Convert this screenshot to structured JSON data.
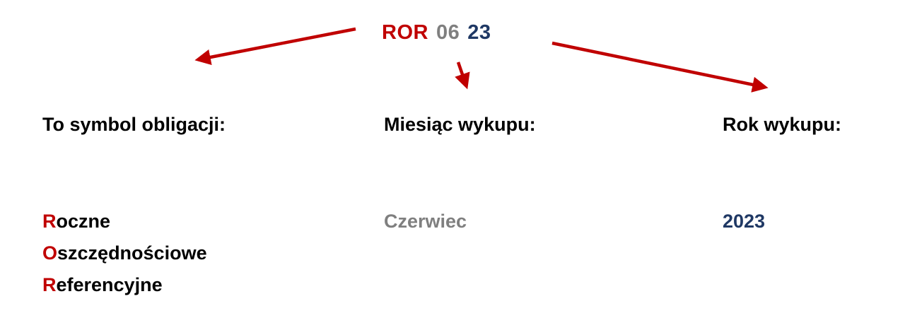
{
  "title": {
    "symbol": "ROR",
    "month_code": "06",
    "year_code": "23"
  },
  "colors": {
    "accent_red": "#C00000",
    "muted_gray": "#7F7F7F",
    "navy_blue": "#1F3864",
    "text_black": "#000000",
    "background": "#FFFFFF"
  },
  "columns": {
    "symbol": {
      "heading": "To symbol obligacji:",
      "lines": [
        {
          "initial": "R",
          "rest": "oczne"
        },
        {
          "initial": "O",
          "rest": "szczędnościowe"
        },
        {
          "initial": "R",
          "rest": "eferencyjne"
        }
      ]
    },
    "month": {
      "heading": "Miesiąc wykupu:",
      "value": "Czerwiec"
    },
    "year": {
      "heading": "Rok wykupu:",
      "value": "2023"
    }
  },
  "icons": {
    "arrow_left": "arrow-to-symbol-icon",
    "arrow_down": "arrow-to-month-icon",
    "arrow_right": "arrow-to-year-icon"
  }
}
